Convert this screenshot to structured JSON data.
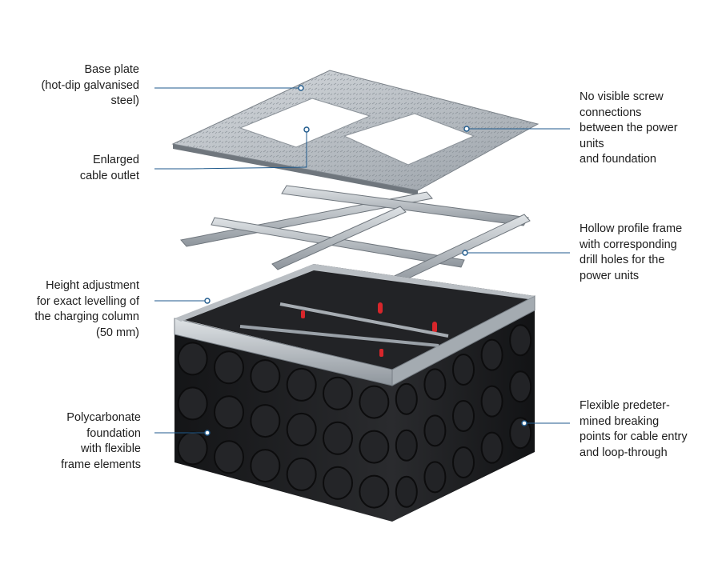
{
  "colors": {
    "leader_line": "#1f5a8c",
    "text": "#1d1d1d",
    "steel_light": "#c9ced3",
    "steel_dark": "#8d949b",
    "plastic_dark": "#1b1c1e",
    "plastic_mid": "#2c2d30",
    "accent_red": "#d8262b"
  },
  "callouts": [
    {
      "id": "base-plate",
      "lines": [
        "Base plate",
        "(hot-dip galvanised",
        "steel)"
      ]
    },
    {
      "id": "cable-outlet",
      "lines": [
        "Enlarged",
        "cable outlet"
      ]
    },
    {
      "id": "height-adjustment",
      "lines": [
        "Height adjustment",
        "for exact levelling of",
        "the charging column",
        "(50 mm)"
      ]
    },
    {
      "id": "foundation",
      "lines": [
        "Polycarbonate",
        "foundation",
        "with flexible",
        "frame elements"
      ]
    },
    {
      "id": "screw-connections",
      "lines": [
        "No visible screw",
        "connections",
        "between the power",
        "units",
        "and foundation"
      ]
    },
    {
      "id": "profile-frame",
      "lines": [
        "Hollow profile frame",
        "with corresponding",
        "drill holes for the",
        "power units"
      ]
    },
    {
      "id": "breaking-points",
      "lines": [
        "Flexible predeter-",
        "mined breaking",
        "points for cable entry",
        "and loop-through"
      ]
    }
  ]
}
